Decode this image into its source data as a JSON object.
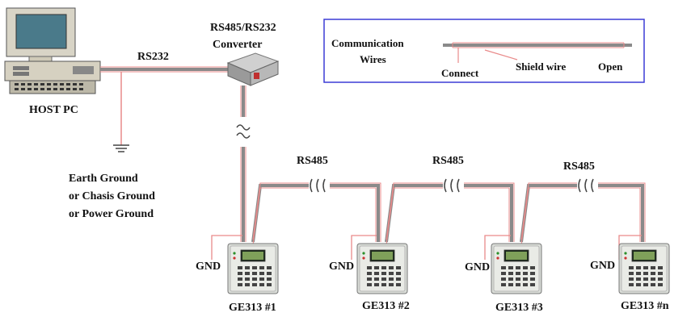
{
  "host": {
    "label": "HOST PC"
  },
  "link_rs232": {
    "label": "RS232"
  },
  "converter": {
    "label_line1": "RS485/RS232",
    "label_line2": "Converter"
  },
  "ground": {
    "line1": "Earth Ground",
    "line2": "or Chasis Ground",
    "line3": "or Power Ground"
  },
  "legend": {
    "title_line1": "Communication",
    "title_line2": "Wires",
    "connect": "Connect",
    "shield": "Shield wire",
    "open": "Open"
  },
  "bus_labels": [
    "RS485",
    "RS485",
    "RS485"
  ],
  "devices": [
    {
      "name": "GE313 #1",
      "gnd": "GND"
    },
    {
      "name": "GE313 #2",
      "gnd": "GND"
    },
    {
      "name": "GE313 #3",
      "gnd": "GND"
    },
    {
      "name": "GE313 #n",
      "gnd": "GND"
    }
  ],
  "colors": {
    "wire_gray": "#8a8a8a",
    "wire_red": "#e98a8a",
    "legend_border": "#3b3bd6"
  }
}
